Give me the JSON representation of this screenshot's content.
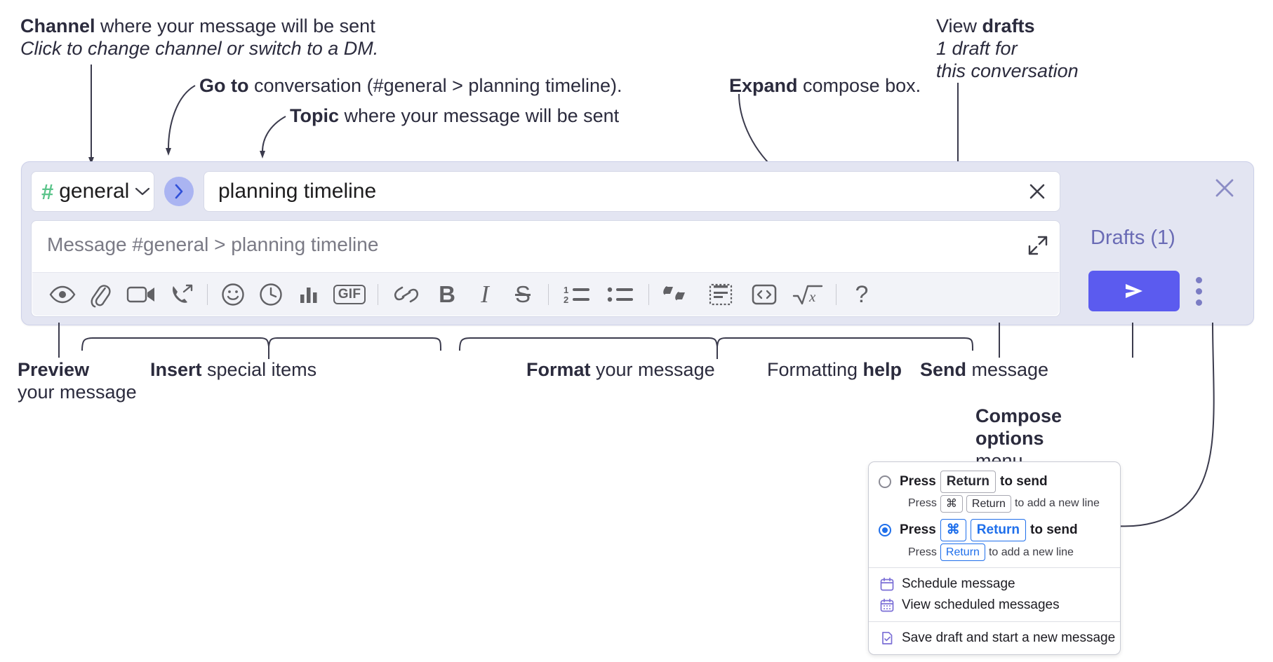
{
  "annotations": {
    "channel": {
      "bold": "Channel",
      "rest": " where your message will be sent",
      "italic": "Click to change channel or switch to a DM."
    },
    "goto": {
      "bold": "Go to",
      "rest": " conversation (#general > planning timeline)."
    },
    "topic": {
      "bold": "Topic",
      "rest": " where your message will be sent"
    },
    "expand": {
      "bold": "Expand",
      "rest": " compose box."
    },
    "drafts": {
      "line1_rest": "View ",
      "line1_bold": "drafts",
      "line2": "1 draft for",
      "line3": "this conversation"
    },
    "preview": {
      "bold": "Preview",
      "line2": "your message"
    },
    "insert": {
      "bold": "Insert",
      "rest": " special items"
    },
    "format": {
      "bold": "Format",
      "rest": " your message"
    },
    "help": {
      "rest": "Formatting ",
      "bold": "help"
    },
    "send": {
      "bold": "Send",
      "rest": " message"
    },
    "compose_options": {
      "line1": "Compose",
      "line2": "options",
      "line3": "menu"
    }
  },
  "compose": {
    "channel": {
      "hash": "#",
      "name": "general",
      "chevron_icon": "chevron-down-icon"
    },
    "goto_button": {
      "icon": "chevron-right-icon"
    },
    "topic": {
      "value": "planning timeline",
      "clear_icon": "close-icon"
    },
    "message": {
      "placeholder": "Message #general > planning timeline",
      "expand_icon": "expand-icon"
    },
    "toolbar": [
      {
        "name": "preview-message-button",
        "icon": "eye-icon"
      },
      {
        "name": "attach-file-button",
        "icon": "paperclip-icon"
      },
      {
        "name": "record-video-button",
        "icon": "video-camera-icon"
      },
      {
        "name": "record-audio-button",
        "icon": "phone-arrow-icon"
      },
      {
        "name": "toolbar-divider-1",
        "icon": "divider"
      },
      {
        "name": "emoji-button",
        "icon": "smiley-icon"
      },
      {
        "name": "reminder-button",
        "icon": "clock-icon"
      },
      {
        "name": "poll-button",
        "icon": "bar-chart-icon"
      },
      {
        "name": "gif-button",
        "icon": "gif-icon",
        "label": "GIF"
      },
      {
        "name": "toolbar-divider-2",
        "icon": "divider"
      },
      {
        "name": "link-button",
        "icon": "link-icon"
      },
      {
        "name": "bold-button",
        "icon": "bold-icon",
        "label": "B"
      },
      {
        "name": "italic-button",
        "icon": "italic-icon",
        "label": "I"
      },
      {
        "name": "strikethrough-button",
        "icon": "strikethrough-icon",
        "label": "S"
      },
      {
        "name": "toolbar-divider-3",
        "icon": "divider"
      },
      {
        "name": "ordered-list-button",
        "icon": "ordered-list-icon"
      },
      {
        "name": "bulleted-list-button",
        "icon": "bulleted-list-icon"
      },
      {
        "name": "toolbar-divider-4",
        "icon": "divider"
      },
      {
        "name": "blockquote-button",
        "icon": "quote-icon"
      },
      {
        "name": "code-block-button",
        "icon": "code-block-icon"
      },
      {
        "name": "inline-code-button",
        "icon": "inline-code-icon"
      },
      {
        "name": "math-button",
        "icon": "square-root-icon"
      },
      {
        "name": "toolbar-divider-5",
        "icon": "divider"
      },
      {
        "name": "formatting-help-button",
        "icon": "question-mark-icon",
        "label": "?"
      }
    ],
    "panel": {
      "close_icon": "close-icon",
      "drafts_label": "Drafts (1)",
      "send_icon": "send-arrow-icon",
      "kebab_icon": "more-options-icon"
    }
  },
  "options_menu": {
    "send_options": [
      {
        "selected": false,
        "main_pre": "Press",
        "main_keys": [
          "Return"
        ],
        "main_post": "to send",
        "sub_pre": "Press",
        "sub_keys": [
          "⌘",
          "Return"
        ],
        "sub_post": "to add a new line"
      },
      {
        "selected": true,
        "main_pre": "Press",
        "main_keys": [
          "⌘",
          "Return"
        ],
        "main_post": "to send",
        "sub_pre": "Press",
        "sub_keys": [
          "Return"
        ],
        "sub_post": "to add a new line"
      }
    ],
    "items": [
      {
        "label": "Schedule message",
        "icon": "calendar-icon"
      },
      {
        "label": "View scheduled messages",
        "icon": "calendar-grid-icon"
      },
      {
        "label": "Save draft and start a new message",
        "icon": "document-check-icon"
      }
    ]
  },
  "colors": {
    "accent": "#5b5bef",
    "panel_bg": "#e3e5f2",
    "hash_green": "#5bc48a",
    "drafts_text": "#6a6bb5",
    "key_blue": "#1f6feb",
    "menu_icon_purple": "#7b6fd6"
  }
}
